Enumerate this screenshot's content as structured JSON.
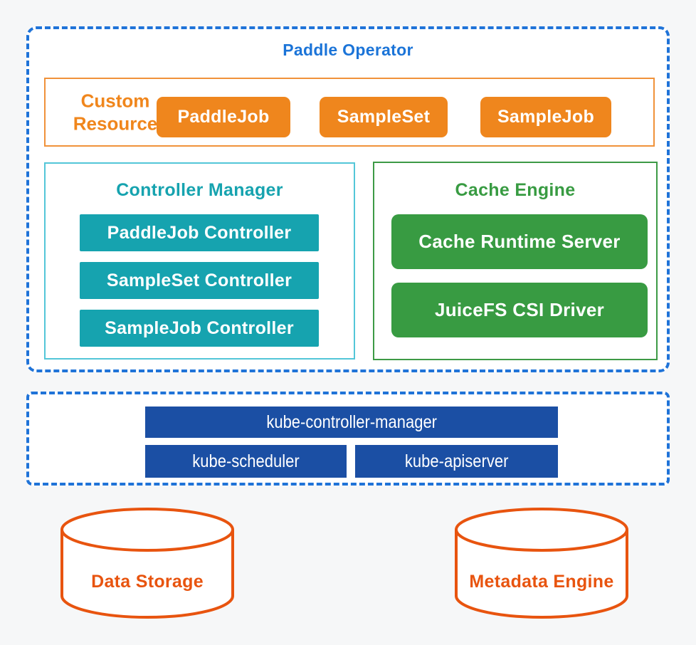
{
  "colors": {
    "canvas_background": "#f6f7f8",
    "panel_background": "#ffffff",
    "dashed_border_blue": "#1f73d8",
    "title_blue": "#1b74d8",
    "orange_button": "#ef861d",
    "orange_border": "#f0923a",
    "orange_text": "#f0861c",
    "teal_button": "#16a3af",
    "teal_border": "#53c6d8",
    "green_button": "#389b42",
    "green_border": "#3d9a46",
    "kube_blue": "#1b4fa4",
    "cylinder_orange": "#e8540f",
    "button_text": "#ffffff"
  },
  "paddle_operator": {
    "title": "Paddle Operator",
    "custom_resource": {
      "label": "Custom\nResource",
      "items": [
        "PaddleJob",
        "SampleSet",
        "SampleJob"
      ]
    },
    "controller_manager": {
      "title": "Controller Manager",
      "items": [
        "PaddleJob Controller",
        "SampleSet Controller",
        "SampleJob Controller"
      ]
    },
    "cache_engine": {
      "title": "Cache Engine",
      "items": [
        "Cache Runtime Server",
        "JuiceFS CSI Driver"
      ]
    }
  },
  "kubernetes": {
    "items": [
      "kube-controller-manager",
      "kube-scheduler",
      "kube-apiserver"
    ]
  },
  "storage": {
    "data_storage_label": "Data Storage",
    "metadata_engine_label": "Metadata Engine"
  }
}
